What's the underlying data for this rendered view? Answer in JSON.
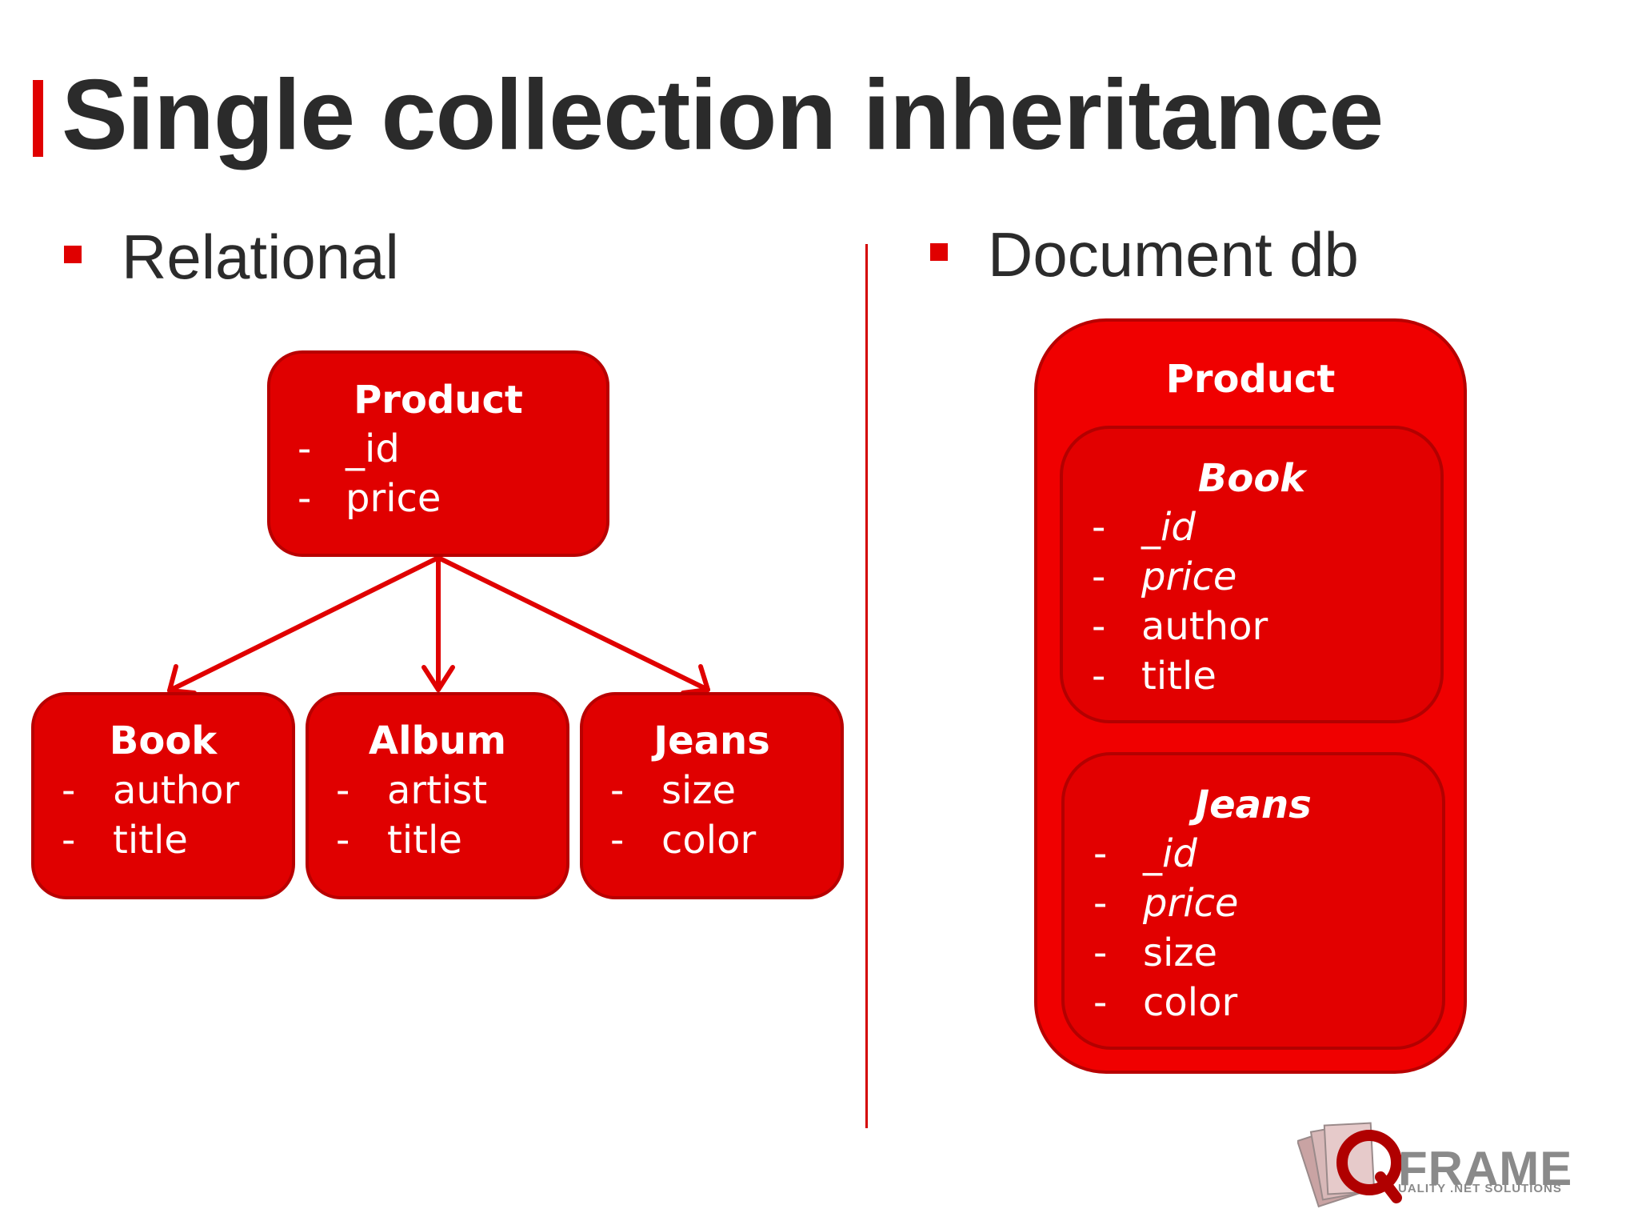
{
  "slide": {
    "title": "Single collection inheritance",
    "left_heading": "Relational",
    "right_heading": "Document db"
  },
  "relational": {
    "product": {
      "title": "Product",
      "fields": [
        "_id",
        "price"
      ]
    },
    "book": {
      "title": "Book",
      "fields": [
        "author",
        "title"
      ]
    },
    "album": {
      "title": "Album",
      "fields": [
        "artist",
        "title"
      ]
    },
    "jeans": {
      "title": "Jeans",
      "fields": [
        "size",
        "color"
      ]
    }
  },
  "document": {
    "product_title": "Product",
    "book": {
      "title": "Book",
      "fields": [
        "_id",
        "price",
        "author",
        "title"
      ]
    },
    "jeans": {
      "title": "Jeans",
      "fields": [
        "_id",
        "price",
        "size",
        "color"
      ]
    }
  },
  "field_marker": "-",
  "logo": {
    "brand": "FRAME",
    "tagline": "UALITY .NET SOLUTIONS"
  },
  "colors": {
    "accent": "#e00000",
    "box_fill": "#e00000",
    "box_border": "#b80000",
    "text": "#2b2b2b"
  }
}
